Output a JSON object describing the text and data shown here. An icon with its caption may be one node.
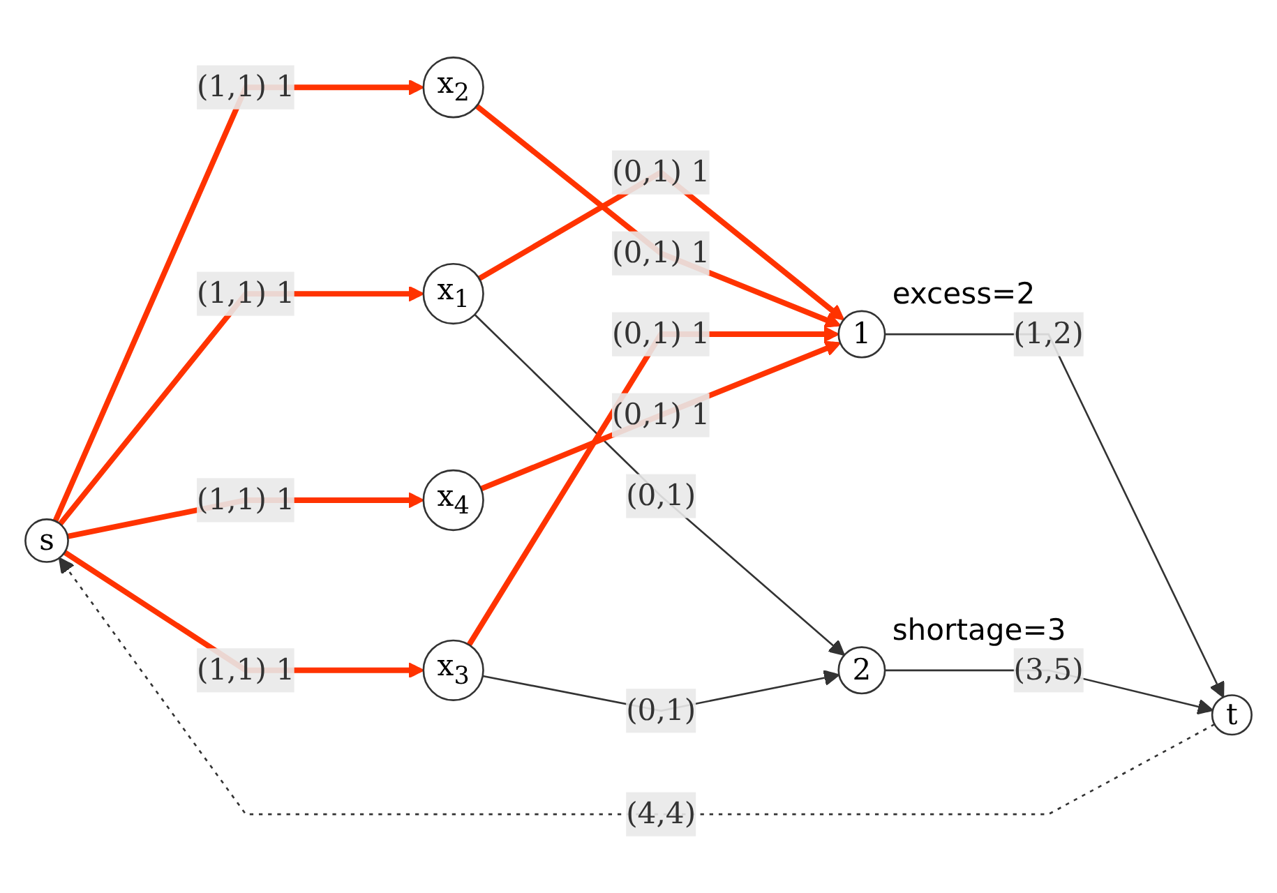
{
  "diagram": {
    "nodes": [
      {
        "text": [
          "s"
        ]
      },
      {
        "text": [
          "x$_{1}$"
        ]
      },
      {
        "text": [
          "x$_{2}$"
        ]
      },
      {
        "text": [
          "x$_{3}$"
        ]
      },
      {
        "text": [
          "x$_{4}$"
        ]
      },
      {
        "text": [
          "1"
        ],
        "beside": [
          "excess=2"
        ]
      },
      {
        "text": [
          "2"
        ],
        "beside": [
          "shortage=3"
        ]
      },
      {
        "text": [
          "t"
        ]
      }
    ],
    "edges": [
      {
        "from": 0,
        "to": 1,
        "arrow": "to",
        "label": "(1,1) 1"
      },
      {
        "from": 0,
        "to": 2,
        "arrow": "to",
        "label": "(1,1) 1"
      },
      {
        "from": 0,
        "to": 3,
        "arrow": "to",
        "label": "(1,1) 1"
      },
      {
        "from": 0,
        "to": 4,
        "arrow": "to",
        "label": "(1,1) 1"
      },
      {
        "from": 1,
        "to": 5,
        "arrow": "to",
        "label": "(0,1) 1"
      },
      {
        "from": 1,
        "to": 6,
        "arrow": "to",
        "label": "(0,1)",
        "color": "#333333"
      },
      {
        "from": 2,
        "to": 5,
        "arrow": "to",
        "label": "(0,1) 1"
      },
      {
        "from": 3,
        "to": 5,
        "arrow": "to",
        "label": "(0,1) 1"
      },
      {
        "from": 3,
        "to": 6,
        "arrow": "to",
        "label": "(0,1)",
        "color": "#333333"
      },
      {
        "from": 4,
        "to": 5,
        "arrow": "to",
        "label": "(0,1) 1"
      },
      {
        "from": 5,
        "to": 7,
        "arrow": "to",
        "label": "(1,2)",
        "color": "#333333"
      },
      {
        "from": 6,
        "to": 7,
        "arrow": "to",
        "label": "(3,5)",
        "color": "#333333"
      },
      {
        "from": 7,
        "to": 0,
        "arrow": "to",
        "label": "(4,4)",
        "style": "dashed",
        "color": "#333333"
      }
    ]
  }
}
